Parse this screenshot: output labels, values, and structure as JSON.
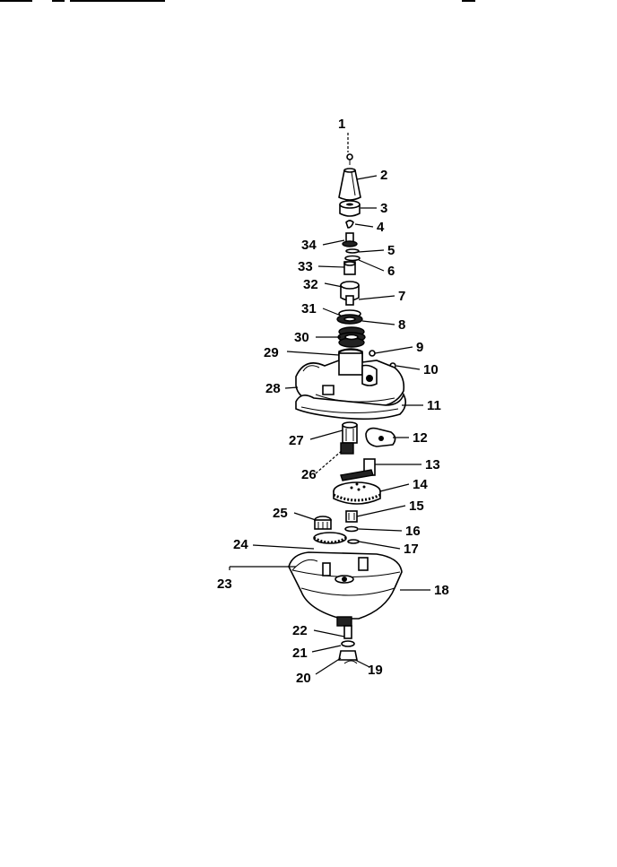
{
  "callouts": [
    "1",
    "2",
    "3",
    "4",
    "5",
    "6",
    "7",
    "8",
    "9",
    "10",
    "11",
    "12",
    "13",
    "14",
    "15",
    "16",
    "17",
    "18",
    "19",
    "20",
    "21",
    "22",
    "23",
    "24",
    "25",
    "26",
    "27",
    "28",
    "29",
    "30",
    "31",
    "32",
    "33",
    "34"
  ]
}
